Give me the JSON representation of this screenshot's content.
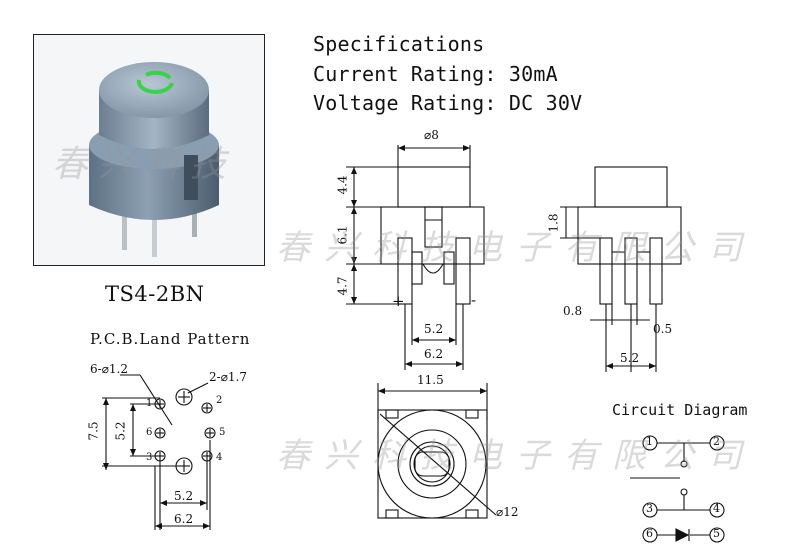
{
  "photo": {
    "watermark": "春兴科技"
  },
  "model_name": "TS4-2BN",
  "specs": {
    "title": "Specifications",
    "current": "Current Rating: 30mA",
    "voltage": "Voltage Rating: DC 30V"
  },
  "pcb": {
    "title": "P.C.B.Land Pattern",
    "hole_small": "6-⌀1.2",
    "hole_large": "2-⌀1.7",
    "dim_vertical_outer": "7.5",
    "dim_vertical_inner": "5.2",
    "dim_horizontal_inner": "5.2",
    "dim_horizontal_outer": "6.2",
    "pins": [
      "1",
      "2",
      "3",
      "4",
      "5",
      "6"
    ]
  },
  "front_view": {
    "dia_top": "⌀8",
    "h_cap": "4.4",
    "h_body": "6.1",
    "h_pins": "4.7",
    "pin_spacing_inner": "5.2",
    "pin_spacing_outer": "6.2",
    "plus": "+",
    "minus": "-"
  },
  "side_view": {
    "h_step": "1.8",
    "pin_w": "0.8",
    "pin_gap": "0.5",
    "pin_spacing": "5.2"
  },
  "top_view": {
    "width": "11.5",
    "diameter": "⌀12"
  },
  "circuit": {
    "title": "Circuit Diagram",
    "nodes": [
      "1",
      "2",
      "3",
      "4",
      "6",
      "5"
    ]
  },
  "watermarks": {
    "row1": "春兴科技电子有限公司",
    "row2": "春兴科技电子有限公司"
  }
}
